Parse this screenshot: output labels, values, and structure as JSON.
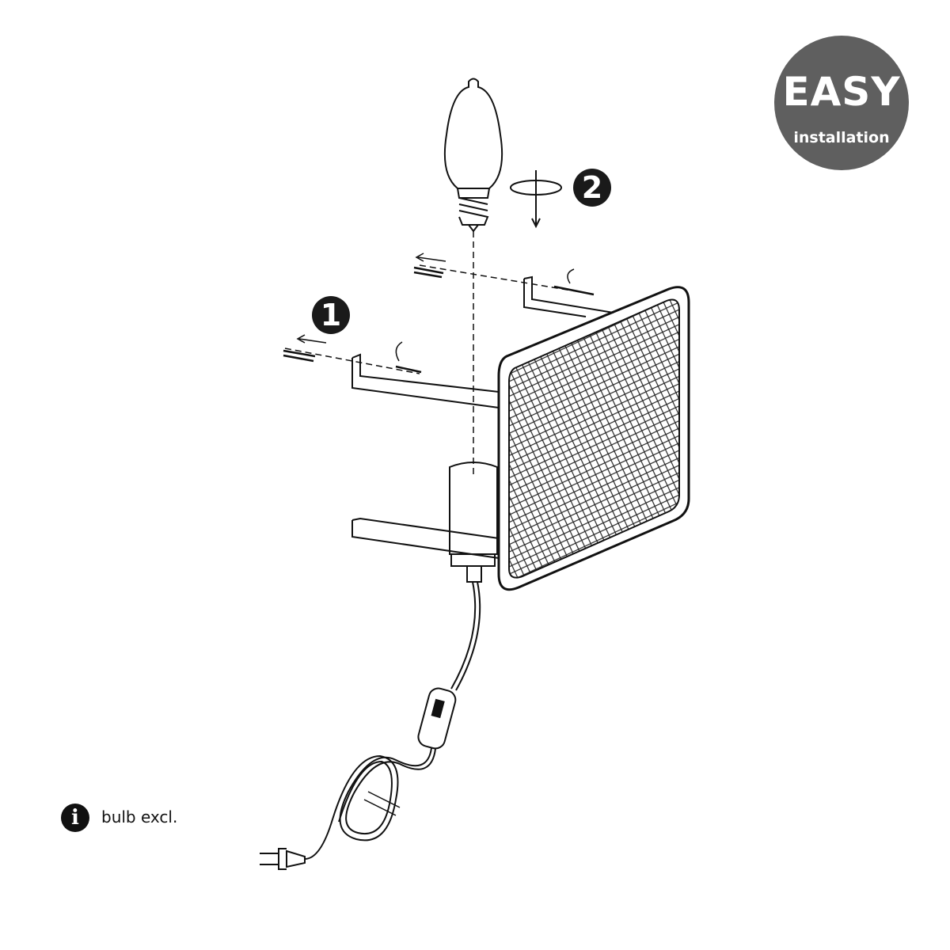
{
  "badge": {
    "title": "EASY",
    "subtitle": "installation",
    "color": "#5f5f5f"
  },
  "steps": [
    {
      "number": "1"
    },
    {
      "number": "2"
    }
  ],
  "note": {
    "icon": "info-icon",
    "icon_glyph": "i",
    "text": "bulb excl."
  }
}
